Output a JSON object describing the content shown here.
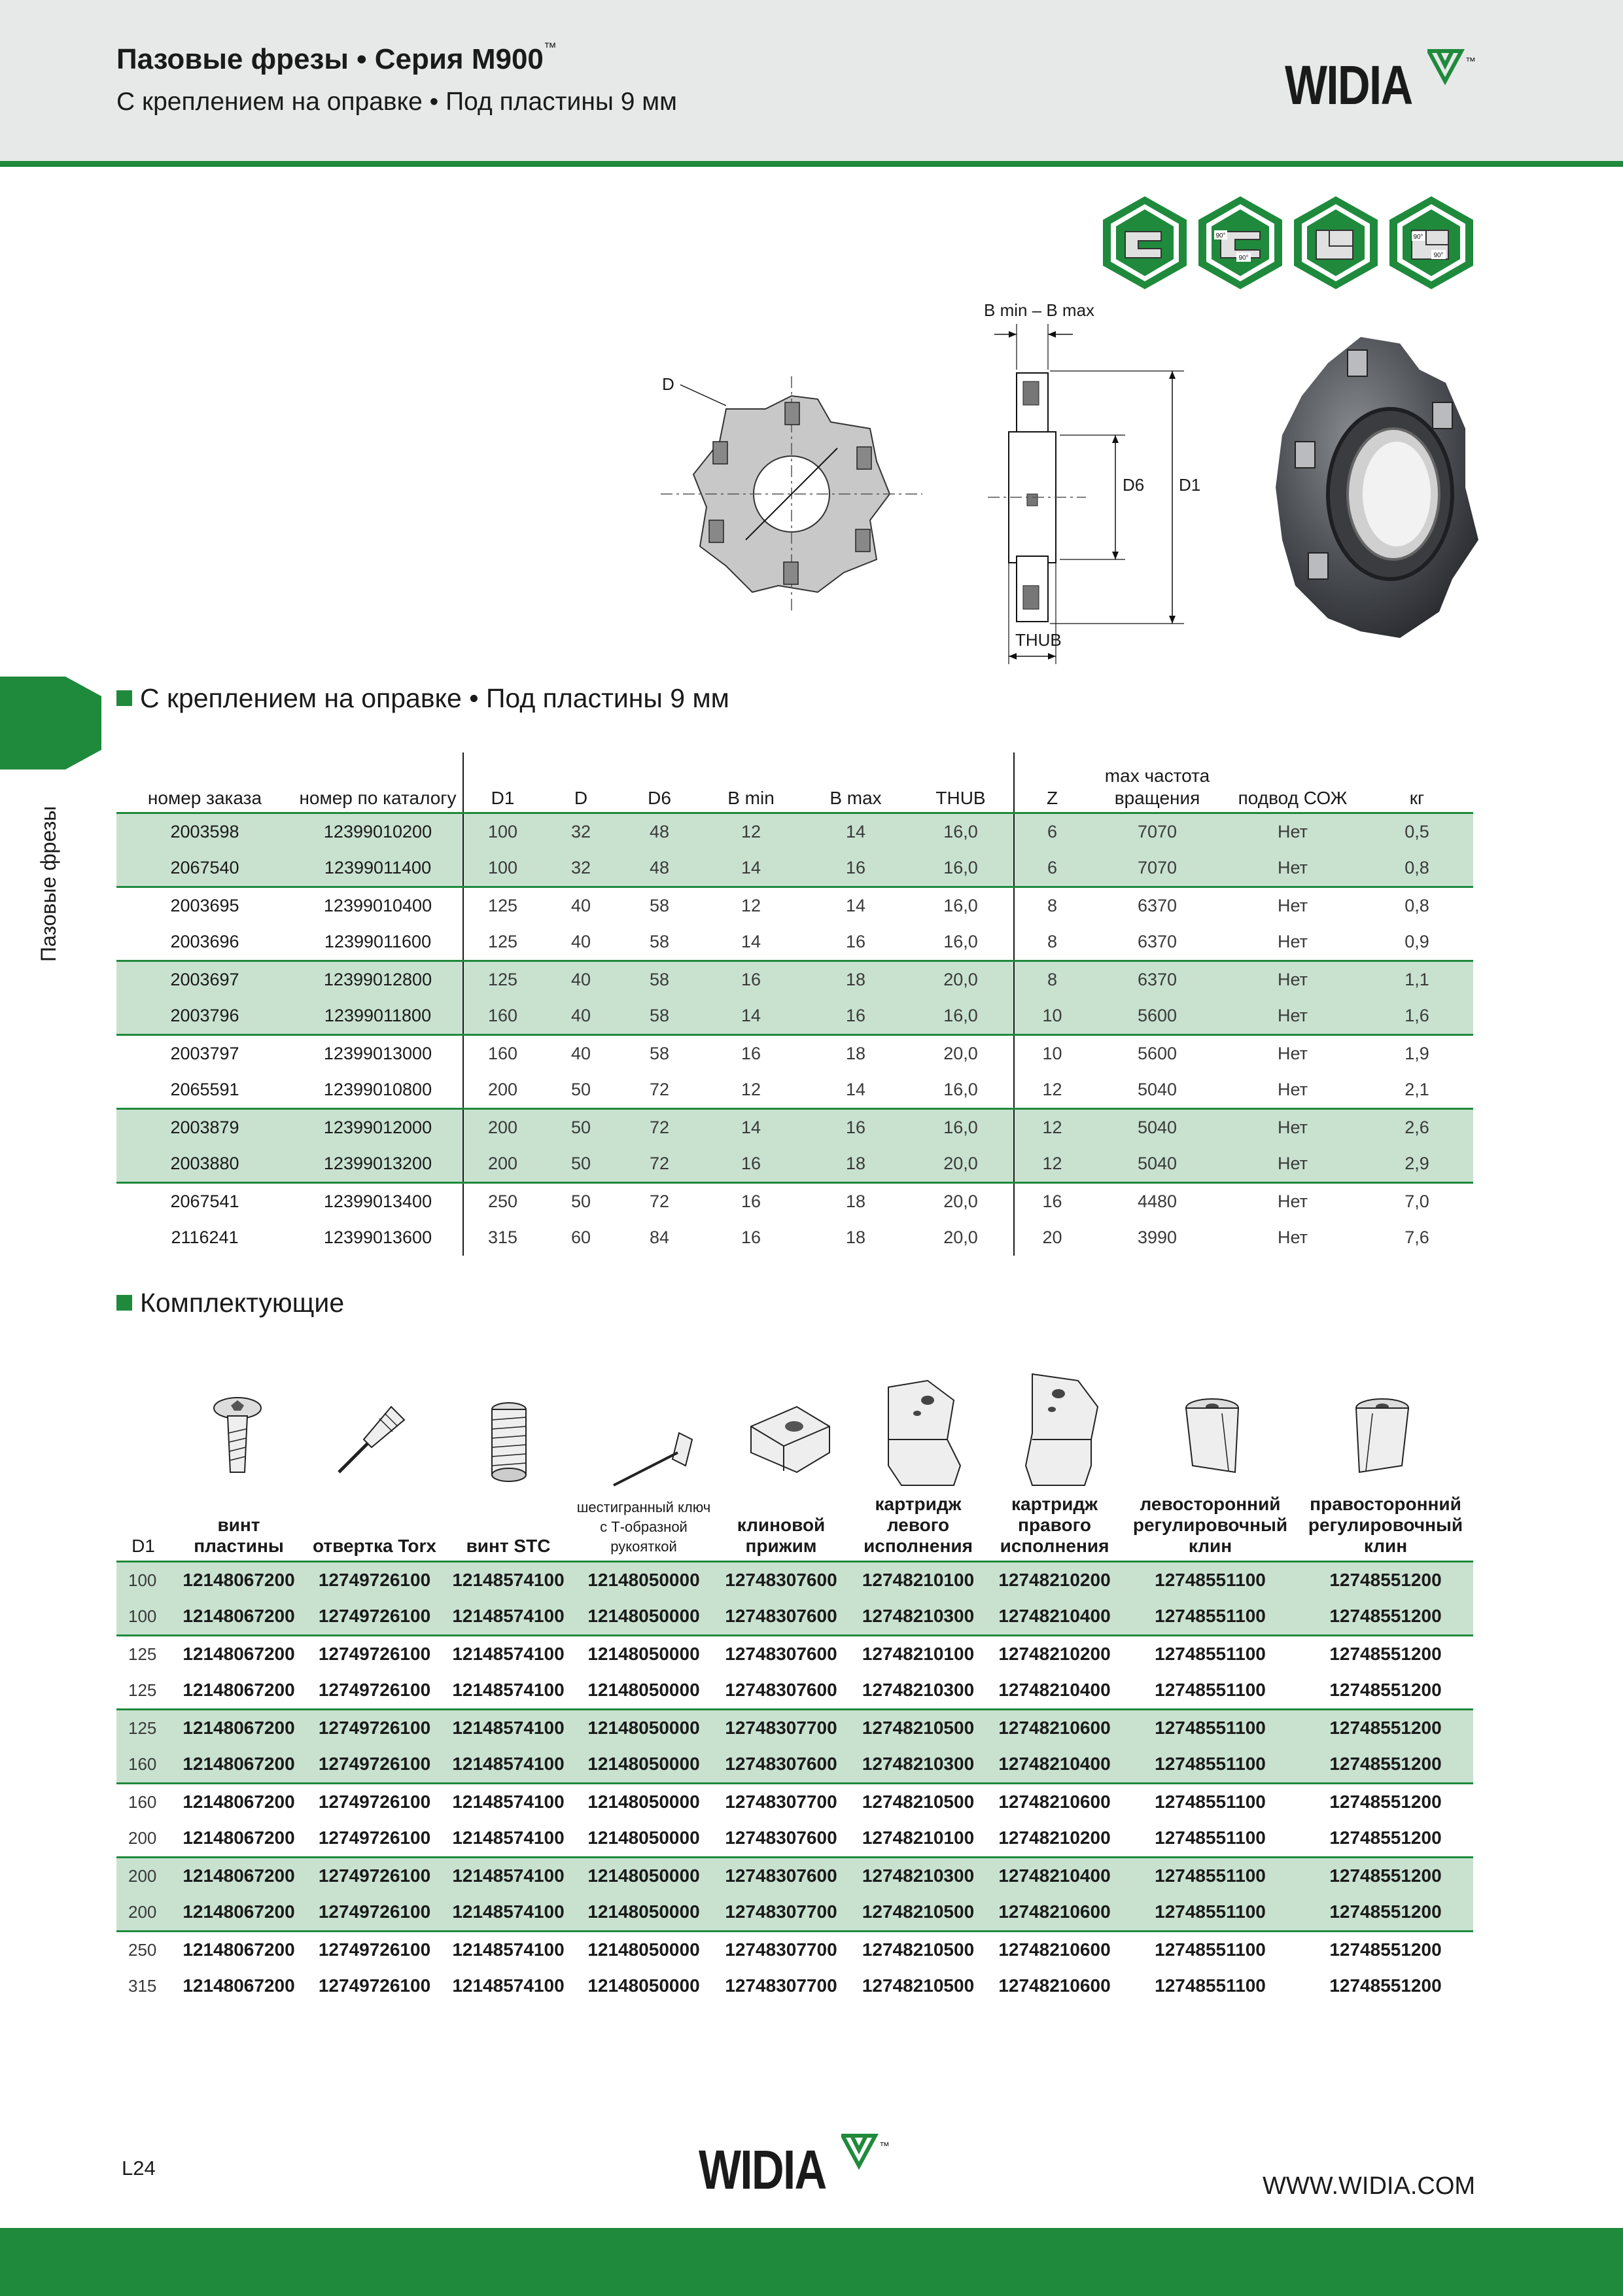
{
  "header": {
    "title": "Пазовые фрезы • Серия M900",
    "title_tm": "™",
    "subtitle": "С креплением на оправке • Под пластины 9 мм",
    "logo": "WIDIA",
    "logo_tm": "™"
  },
  "side_tab": {
    "label": "Пазовые фрезы",
    "color": "#1f8a3c"
  },
  "diagram": {
    "label_d": "D",
    "label_bmin_bmax": "B min – B max",
    "label_d6": "D6",
    "label_d1": "D1",
    "label_thub": "THUB",
    "badges": [
      "slotting-icon",
      "depth-slot-icon",
      "shoulder-icon",
      "step-slot-icon"
    ],
    "badge_labels": [
      "90°",
      "90°",
      "90°",
      "90°"
    ]
  },
  "main_section": {
    "title": "С креплением на оправке • Под пластины 9 мм",
    "headers": [
      "номер заказа",
      "номер по каталогу",
      "D1",
      "D",
      "D6",
      "B min",
      "B max",
      "THUB",
      "Z",
      "max частота вращения",
      "подвод СОЖ",
      "кг"
    ],
    "rows": [
      [
        "2003598",
        "12399010200",
        "100",
        "32",
        "48",
        "12",
        "14",
        "16,0",
        "6",
        "7070",
        "Нет",
        "0,5"
      ],
      [
        "2067540",
        "12399011400",
        "100",
        "32",
        "48",
        "14",
        "16",
        "16,0",
        "6",
        "7070",
        "Нет",
        "0,8"
      ],
      [
        "2003695",
        "12399010400",
        "125",
        "40",
        "58",
        "12",
        "14",
        "16,0",
        "8",
        "6370",
        "Нет",
        "0,8"
      ],
      [
        "2003696",
        "12399011600",
        "125",
        "40",
        "58",
        "14",
        "16",
        "16,0",
        "8",
        "6370",
        "Нет",
        "0,9"
      ],
      [
        "2003697",
        "12399012800",
        "125",
        "40",
        "58",
        "16",
        "18",
        "20,0",
        "8",
        "6370",
        "Нет",
        "1,1"
      ],
      [
        "2003796",
        "12399011800",
        "160",
        "40",
        "58",
        "14",
        "16",
        "16,0",
        "10",
        "5600",
        "Нет",
        "1,6"
      ],
      [
        "2003797",
        "12399013000",
        "160",
        "40",
        "58",
        "16",
        "18",
        "20,0",
        "10",
        "5600",
        "Нет",
        "1,9"
      ],
      [
        "2065591",
        "12399010800",
        "200",
        "50",
        "72",
        "12",
        "14",
        "16,0",
        "12",
        "5040",
        "Нет",
        "2,1"
      ],
      [
        "2003879",
        "12399012000",
        "200",
        "50",
        "72",
        "14",
        "16",
        "16,0",
        "12",
        "5040",
        "Нет",
        "2,6"
      ],
      [
        "2003880",
        "12399013200",
        "200",
        "50",
        "72",
        "16",
        "18",
        "20,0",
        "12",
        "5040",
        "Нет",
        "2,9"
      ],
      [
        "2067541",
        "12399013400",
        "250",
        "50",
        "72",
        "16",
        "18",
        "20,0",
        "16",
        "4480",
        "Нет",
        "7,0"
      ],
      [
        "2116241",
        "12399013600",
        "315",
        "60",
        "84",
        "16",
        "18",
        "20,0",
        "20",
        "3990",
        "Нет",
        "7,6"
      ]
    ]
  },
  "accessories": {
    "title": "Комплектующие",
    "icons": [
      "insert-screw-icon",
      "torx-screwdriver-icon",
      "stc-screw-icon",
      "t-handle-hex-key-icon",
      "wedge-clamp-icon",
      "left-cartridge-icon",
      "right-cartridge-icon",
      "left-adjusting-wedge-icon",
      "right-adjusting-wedge-icon"
    ],
    "headers": [
      "D1",
      "винт пластины",
      "отвертка Torx",
      "винт STC",
      "шестигранный ключ с Т-образной рукояткой",
      "клиновой прижим",
      "картридж левого исполнения",
      "картридж правого исполнения",
      "левосторонний регулировочный клин",
      "правосторонний регулировочный клин"
    ],
    "rows": [
      [
        "100",
        "12148067200",
        "12749726100",
        "12148574100",
        "12148050000",
        "12748307600",
        "12748210100",
        "12748210200",
        "12748551100",
        "12748551200"
      ],
      [
        "100",
        "12148067200",
        "12749726100",
        "12148574100",
        "12148050000",
        "12748307600",
        "12748210300",
        "12748210400",
        "12748551100",
        "12748551200"
      ],
      [
        "125",
        "12148067200",
        "12749726100",
        "12148574100",
        "12148050000",
        "12748307600",
        "12748210100",
        "12748210200",
        "12748551100",
        "12748551200"
      ],
      [
        "125",
        "12148067200",
        "12749726100",
        "12148574100",
        "12148050000",
        "12748307600",
        "12748210300",
        "12748210400",
        "12748551100",
        "12748551200"
      ],
      [
        "125",
        "12148067200",
        "12749726100",
        "12148574100",
        "12148050000",
        "12748307700",
        "12748210500",
        "12748210600",
        "12748551100",
        "12748551200"
      ],
      [
        "160",
        "12148067200",
        "12749726100",
        "12148574100",
        "12148050000",
        "12748307600",
        "12748210300",
        "12748210400",
        "12748551100",
        "12748551200"
      ],
      [
        "160",
        "12148067200",
        "12749726100",
        "12148574100",
        "12148050000",
        "12748307700",
        "12748210500",
        "12748210600",
        "12748551100",
        "12748551200"
      ],
      [
        "200",
        "12148067200",
        "12749726100",
        "12148574100",
        "12148050000",
        "12748307600",
        "12748210100",
        "12748210200",
        "12748551100",
        "12748551200"
      ],
      [
        "200",
        "12148067200",
        "12749726100",
        "12148574100",
        "12148050000",
        "12748307600",
        "12748210300",
        "12748210400",
        "12748551100",
        "12748551200"
      ],
      [
        "200",
        "12148067200",
        "12749726100",
        "12148574100",
        "12148050000",
        "12748307700",
        "12748210500",
        "12748210600",
        "12748551100",
        "12748551200"
      ],
      [
        "250",
        "12148067200",
        "12749726100",
        "12148574100",
        "12148050000",
        "12748307700",
        "12748210500",
        "12748210600",
        "12748551100",
        "12748551200"
      ],
      [
        "315",
        "12148067200",
        "12749726100",
        "12148574100",
        "12148050000",
        "12748307700",
        "12748210500",
        "12748210600",
        "12748551100",
        "12748551200"
      ]
    ]
  },
  "footer": {
    "page_number": "L24",
    "logo": "WIDIA",
    "logo_tm": "™",
    "website": "WWW.WIDIA.COM",
    "color": "#1f8a3c"
  }
}
